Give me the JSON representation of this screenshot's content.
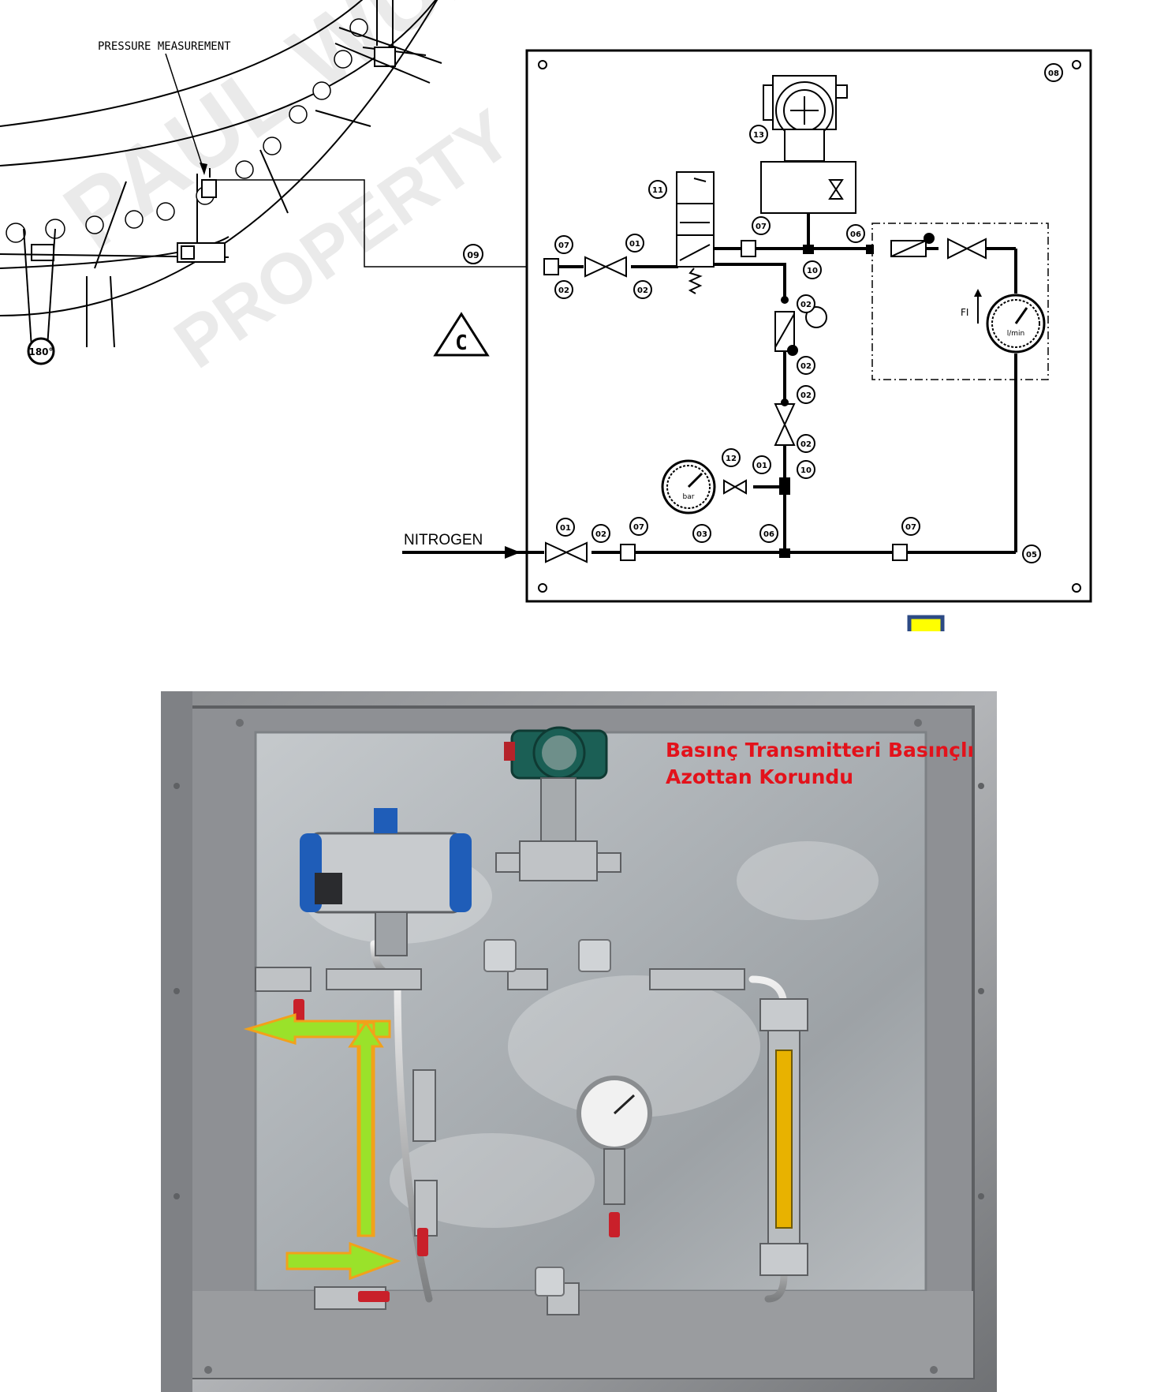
{
  "diagram": {
    "pressure_measurement_label": "PRESSURE MEASUREMENT",
    "nitrogen_label": "NITROGEN",
    "fi_label": "FI",
    "angle_label": "180°",
    "revision_mark": "C",
    "gauge_unit_bar": "bar",
    "gauge_unit_flow": "l/min",
    "callouts": {
      "c01": "01",
      "c02": "02",
      "c03": "03",
      "c05": "05",
      "c06": "06",
      "c07": "07",
      "c08": "08",
      "c09": "09",
      "c10": "10",
      "c11": "11",
      "c12": "12",
      "c13": "13"
    }
  },
  "photo": {
    "caption_line1": "Basınç Transmitteri Basınçlı",
    "caption_line2": "Azottan Korundu"
  },
  "colors": {
    "line": "#000000",
    "arrow_fill": "#ffff00",
    "arrow_outline": "#2c4a84",
    "green_arrow": "#9ae22a",
    "green_arrow_outline": "#f2a11a",
    "caption": "#e3121b",
    "valve_handle": "#c9202a",
    "actuator_blue": "#1f5db8"
  }
}
